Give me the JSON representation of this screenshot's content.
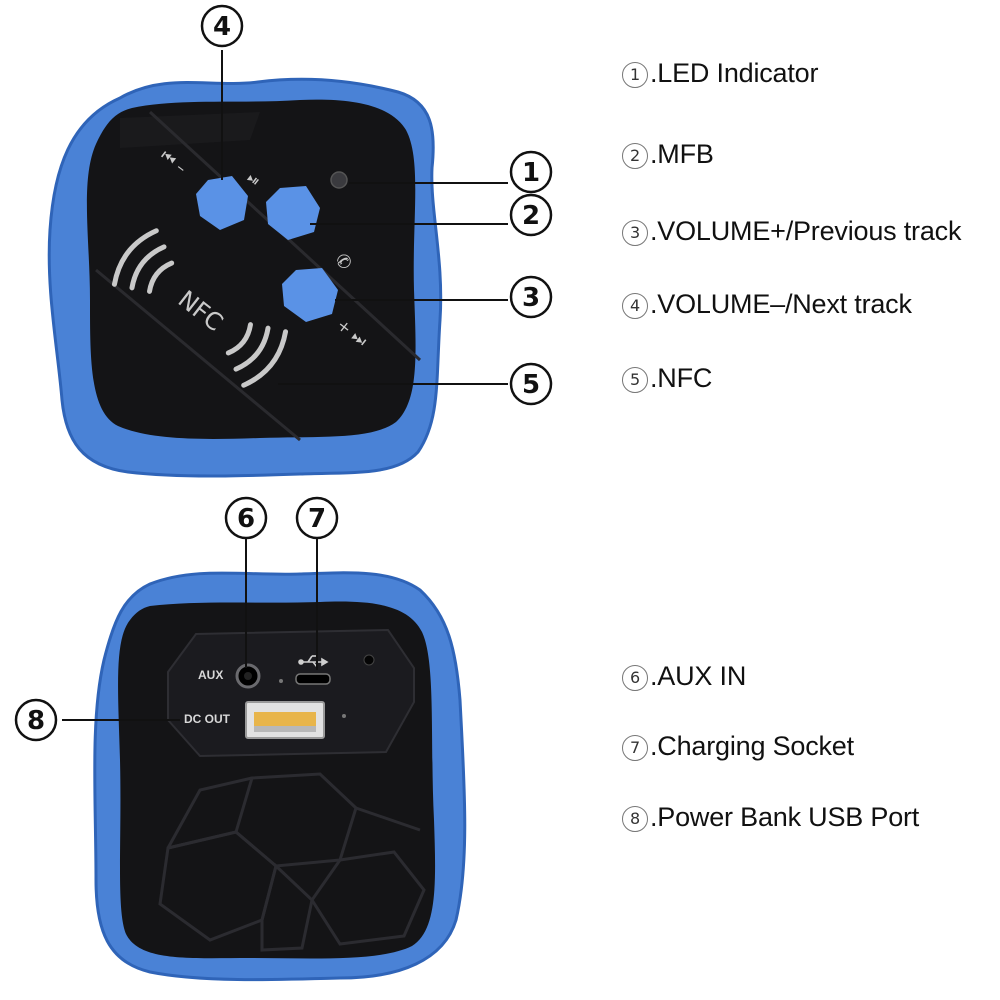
{
  "colors": {
    "rubber": "#4a82d6",
    "rubber_dark": "#2f64b8",
    "body": "#141416",
    "button": "#5a92e6",
    "icon_grey": "#c9c9c9",
    "leader": "#111111"
  },
  "front": {
    "nfc_text": "NFC",
    "prev_vol_icon": "⏮ –",
    "play_pause_icon": "⏯",
    "phone_icon": "✆",
    "next_vol_icon": "+ ⏭"
  },
  "back": {
    "aux_label": "AUX",
    "dc_out_label": "DC OUT",
    "usb_symbol_icon": "usb-icon"
  },
  "callouts": [
    "1",
    "2",
    "3",
    "4",
    "5",
    "6",
    "7",
    "8"
  ],
  "legend": [
    {
      "num": "1",
      "text": ".LED Indicator"
    },
    {
      "num": "2",
      "text": ".MFB"
    },
    {
      "num": "3",
      "text": ".VOLUME+/Previous track"
    },
    {
      "num": "4",
      "text": ".VOLUME–/Next track"
    },
    {
      "num": "5",
      "text": ".NFC"
    },
    {
      "num": "6",
      "text": ".AUX IN"
    },
    {
      "num": "7",
      "text": ".Charging Socket"
    },
    {
      "num": "8",
      "text": ".Power Bank USB Port"
    }
  ]
}
